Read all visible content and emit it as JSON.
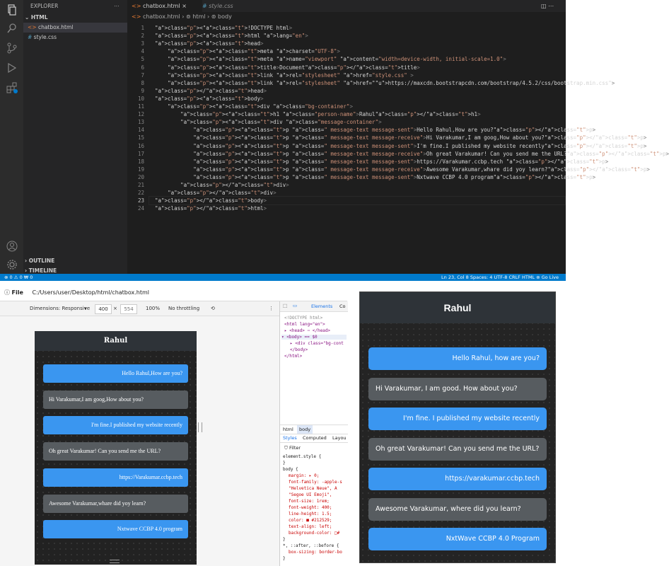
{
  "vscode": {
    "explorer_title": "EXPLORER",
    "folder": "HTML",
    "files": [
      "chatbox.html",
      "style.css"
    ],
    "outline": "OUTLINE",
    "timeline": "TIMELINE",
    "tabs": [
      {
        "label": "chatbox.html",
        "close": "×"
      },
      {
        "label": "style.css"
      }
    ],
    "breadcrumb": [
      "chatbox.html",
      "html",
      "body"
    ],
    "lines": [
      "<!DOCTYPE html>",
      "<html lang=\"en\">",
      "<head>",
      "    <meta charset=\"UTF-8\">",
      "    <meta name=\"viewport\" content=\"width=device-width, initial-scale=1.0\">",
      "    <title>Document</title>",
      "    <link rel=\"stylesheet\" href=\"style.css\" >",
      "    <link rel=\"stylesheet\" href=\"https://maxcdn.bootstrapcdn.com/bootstrap/4.5.2/css/bootstrap.min.css\">",
      "</head>",
      "<body>",
      "    <div class=\"bg-container\">",
      "        <h1 class=\"person-name\">Rahul</h1>",
      "        <div class=\"message-container\">",
      "            <p class=\" message-text message-sent\">Hello Rahul,How are you?</p>",
      "            <p class=\" message-text message-receive\">Hi Varakumar,I am goog,How about you?</p>",
      "            <p class=\" message-text message-sent\">I'm fine.I published my website recently</p>",
      "            <p class=\" message-text message-receive\">Oh great Varakumar! Can you send me the URL?</p>",
      "            <p class=\" message-text message-sent\">https://Varakumar.ccbp.tech </p>",
      "            <p class=\" message-text message-receive\">Awesome Varakumar,whare did yoy learn?</p>",
      "            <p class=\" message-text message-sent\">Nxtwave CCBP 4.0 program</p>",
      "        </div>",
      "    </div>",
      "</body>",
      "</html>"
    ],
    "status": {
      "left": "⊗ 0 ⚠ 0   ₩ 0",
      "right": "Ln 23, Col 8   Spaces: 4   UTF-8   CRLF   HTML   ⊚ Go Live"
    }
  },
  "browser": {
    "file_label": "File",
    "path": "C:/Users/user/Desktop/html/chatbox.html",
    "device": {
      "dimensions": "Dimensions: Responsive",
      "width": "400",
      "x": "×",
      "height": "554",
      "zoom": "100%",
      "throttle": "No throttling"
    },
    "preview": {
      "title": "Rahul",
      "messages": [
        {
          "text": "Hello Rahul,How are you?",
          "type": "sent"
        },
        {
          "text": "Hi Varakumar,I am goog,How about you?",
          "type": "recv"
        },
        {
          "text": "I'm fine.I published my website recently",
          "type": "sent"
        },
        {
          "text": "Oh great Varakumar! Can you send me the URL?",
          "type": "recv"
        },
        {
          "text": "https://Varakumar.ccbp.tech",
          "type": "sent"
        },
        {
          "text": "Awesome Varakumar,whare did yoy learn?",
          "type": "recv"
        },
        {
          "text": "Nxtwave CCBP 4.0 program",
          "type": "sent"
        }
      ]
    },
    "devtools": {
      "tabs": [
        "Elements",
        "Co"
      ],
      "dom": [
        "<!DOCTYPE html>",
        "<html lang=\"en\">",
        "▸ <head> ⋯ </head>",
        "▾ <body> == $0",
        "▸ <div class=\"bg-cont",
        "</body>",
        "</html>"
      ],
      "crumbs": [
        "html",
        "body"
      ],
      "style_tabs": [
        "Styles",
        "Computed",
        "Layou"
      ],
      "filter": "Filter",
      "styles": [
        "element.style {",
        "}",
        "body {",
        "margin: ▸ 0;",
        "font-family: -apple-s",
        "\"Helvetica Neue\", A",
        "\"Segoe UI Emoji\",",
        "font-size: 1rem;",
        "font-weight: 400;",
        "line-height: 1.5;",
        "color: ■ #212529;",
        "text-align: left;",
        "background-color: □#",
        "}",
        "*, ::after, ::before {",
        "box-sizing: border-bo",
        "}"
      ]
    }
  },
  "chat": {
    "title": "Rahul",
    "messages": [
      {
        "text": "Hello Rahul, how are you?",
        "type": "sent"
      },
      {
        "text": "Hi Varakumar, I am good. How about you?",
        "type": "recv"
      },
      {
        "text": "I'm fine. I published my website recently",
        "type": "sent"
      },
      {
        "text": "Oh great Varakumar! Can you send me the URL?",
        "type": "recv"
      },
      {
        "text": "https://varakumar.ccbp.tech",
        "type": "sent"
      },
      {
        "text": "Awesome Varakumar, where did you learn?",
        "type": "recv"
      },
      {
        "text": "NxtWave CCBP 4.0 Program",
        "type": "sent"
      }
    ],
    "colors": {
      "sent": "#3a96f0",
      "recv": "#575c60",
      "header": "#2e3338"
    }
  }
}
